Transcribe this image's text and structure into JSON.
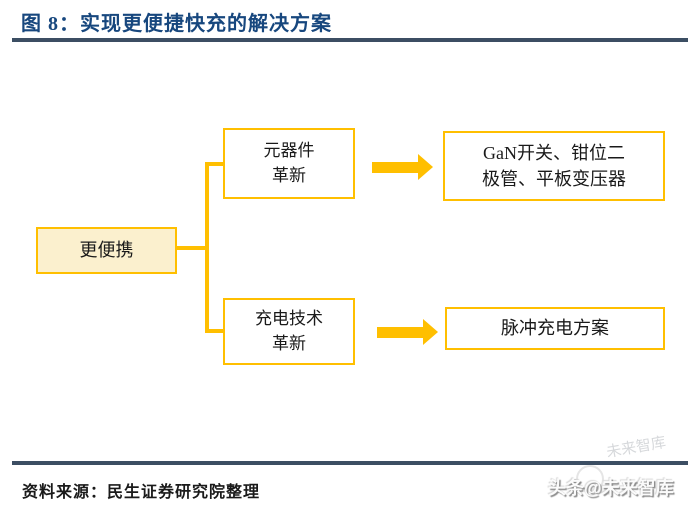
{
  "colors": {
    "accent_yellow": "#FFBF00",
    "title_navy": "#17477E",
    "rule_slate": "#3C4E63",
    "root_box_fill": "#FBF0CE",
    "text_black": "#1A1A1A"
  },
  "header": {
    "figure_label": "图 8：",
    "figure_title": "实现更便捷快充的解决方案"
  },
  "flowchart": {
    "root_label": "更便携",
    "branches": [
      {
        "mid_line1": "元器件",
        "mid_line2": "革新",
        "result_line1": "GaN开关、钳位二",
        "result_line2": "极管、平板变压器"
      },
      {
        "mid_line1": "充电技术",
        "mid_line2": "革新",
        "result_line1": "脉冲充电方案",
        "result_line2": ""
      }
    ]
  },
  "footer": {
    "source": "资料来源：民生证券研究院整理",
    "watermark": "头条@未来智库",
    "watermark_ghost": "未来智库"
  }
}
